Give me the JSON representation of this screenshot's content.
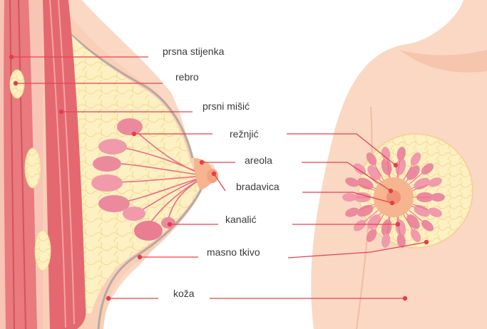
{
  "labels": {
    "chest_wall": "prsna stijenka",
    "rib": "rebro",
    "pectoral_muscle": "prsni mišić",
    "lobule": "režnjić",
    "areola": "areola",
    "nipple": "bradavica",
    "duct": "kanalić",
    "fatty_tissue": "masno tkivo",
    "skin": "koža"
  },
  "colors": {
    "skin": "#fbd8c4",
    "skin_shadow": "#f5c6ad",
    "fat": "#fdf0c2",
    "fat_lines": "#f4dc94",
    "muscle": "#e46870",
    "muscle_dark": "#c94a57",
    "lobule": "#ec8a9d",
    "areola": "#f6b48f",
    "pointer": "#e8414f",
    "dot": "#e53d4a"
  }
}
